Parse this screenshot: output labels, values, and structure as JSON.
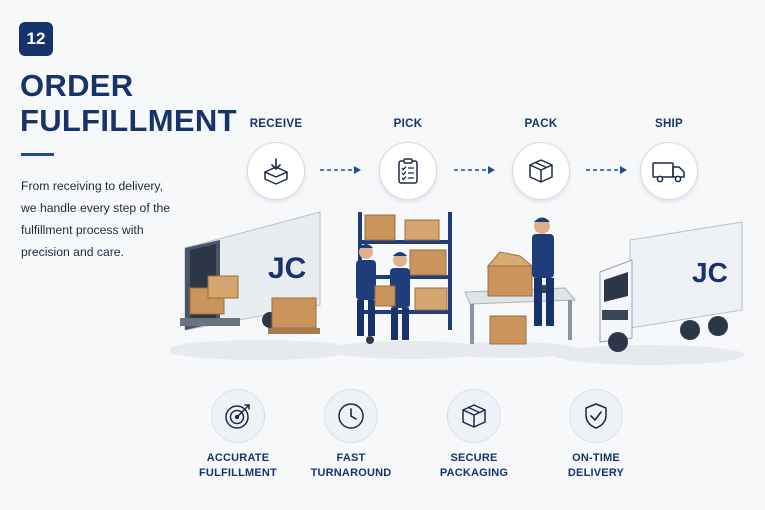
{
  "slide": {
    "number": "12",
    "title_lines": [
      "ORDER",
      "FULFILLMENT"
    ],
    "description": "From receiving to delivery, we handle every step of the fulfillment process with precision and care."
  },
  "steps": [
    {
      "label": "RECEIVE",
      "icon": "inbox-download-icon"
    },
    {
      "label": "PICK",
      "icon": "clipboard-checklist-icon"
    },
    {
      "label": "PACK",
      "icon": "box-icon"
    },
    {
      "label": "SHIP",
      "icon": "delivery-truck-icon"
    }
  ],
  "illustration": {
    "truck_logo": "JC"
  },
  "features": [
    {
      "line1": "ACCURATE",
      "line2": "FULFILLMENT",
      "icon": "target-icon"
    },
    {
      "line1": "FAST",
      "line2": "TURNAROUND",
      "icon": "clock-icon"
    },
    {
      "line1": "SECURE",
      "line2": "PACKAGING",
      "icon": "box-icon"
    },
    {
      "line1": "ON-TIME",
      "line2": "DELIVERY",
      "icon": "shield-check-icon"
    }
  ],
  "colors": {
    "primary": "#16346b",
    "accent": "#1f4c9a",
    "background": "#f7f8fa",
    "cardboard": "#c9955c"
  }
}
